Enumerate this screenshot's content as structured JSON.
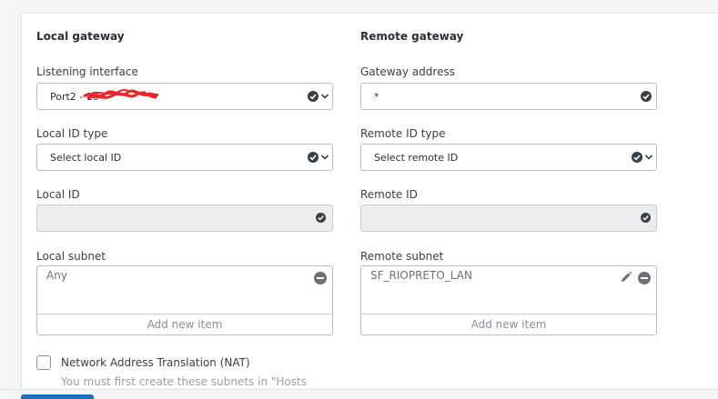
{
  "local": {
    "title": "Local gateway",
    "listening_label": "Listening interface",
    "listening_value": "Port2 - 10",
    "local_id_type_label": "Local ID type",
    "local_id_type_value": "Select local ID",
    "local_id_label": "Local ID",
    "subnet_label": "Local subnet",
    "subnet_items": [
      "Any"
    ],
    "add_item": "Add new item"
  },
  "remote": {
    "title": "Remote gateway",
    "gateway_label": "Gateway address",
    "gateway_value": "*",
    "remote_id_type_label": "Remote ID type",
    "remote_id_type_value": "Select remote ID",
    "remote_id_label": "Remote ID",
    "subnet_label": "Remote subnet",
    "subnet_items": [
      "SF_RIOPRETO_LAN"
    ],
    "add_item": "Add new item"
  },
  "nat": {
    "label": "Network Address Translation (NAT)",
    "hint": "You must first create these subnets in \"Hosts"
  },
  "colors": {
    "accent": "#1d6fb8",
    "redaction": "#e8262b"
  }
}
